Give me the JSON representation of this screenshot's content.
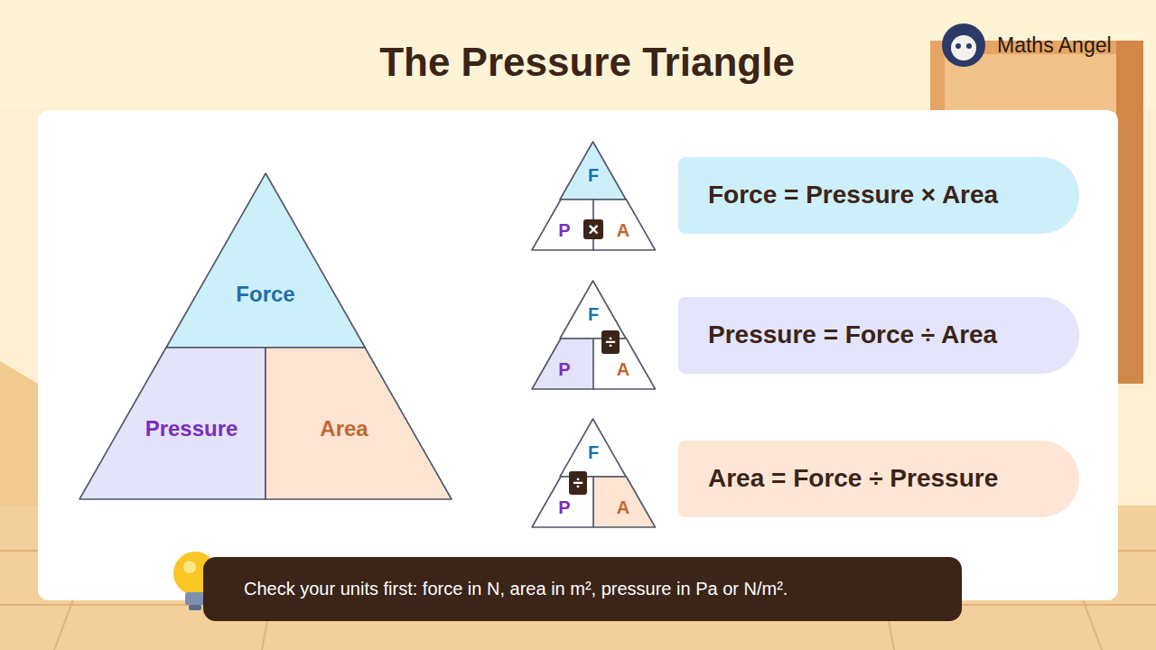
{
  "diagram": {
    "title": "The Pressure Triangle",
    "nodes": [
      {
        "text": [
          "Force"
        ]
      },
      {
        "text": [
          "Pressure"
        ]
      },
      {
        "text": [
          "Area"
        ]
      },
      {
        "text": [
          "F"
        ]
      },
      {
        "text": [
          "P"
        ]
      },
      {
        "text": [
          "A"
        ]
      },
      {
        "text": [
          "×"
        ]
      },
      {
        "text": [
          "Force = Pressure × Area"
        ]
      },
      {
        "text": [
          "F"
        ]
      },
      {
        "text": [
          "P"
        ]
      },
      {
        "text": [
          "A"
        ]
      },
      {
        "text": [
          "÷"
        ]
      },
      {
        "text": [
          "Pressure = Force ÷ Area"
        ]
      },
      {
        "text": [
          "F"
        ]
      },
      {
        "text": [
          "P"
        ]
      },
      {
        "text": [
          "A"
        ]
      },
      {
        "text": [
          "÷"
        ]
      },
      {
        "text": [
          "Area = Force ÷ Pressure"
        ]
      },
      {
        "text": [
          "Check your units first: force in N, area in m², pressure in Pa or N/m²."
        ]
      }
    ],
    "labels": [
      "Maths Angel"
    ]
  }
}
